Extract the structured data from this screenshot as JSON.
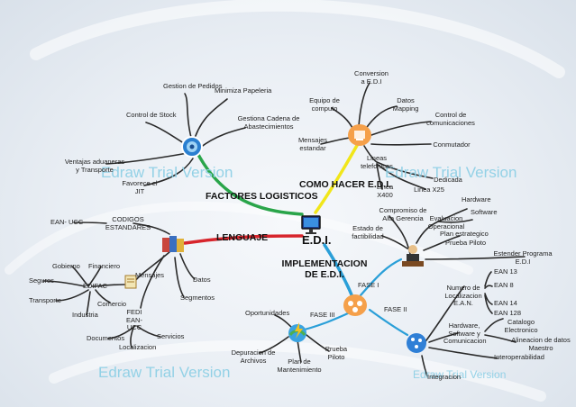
{
  "center": {
    "title": "E.D.I."
  },
  "watermark": "Edraw Trial Version",
  "colors": {
    "green": "#2aa54a",
    "yellow": "#f1e61a",
    "red": "#d7252c",
    "blue": "#2a9fd8",
    "dark": "#3b3b3b",
    "watermark": "#8fd0e6"
  },
  "icons": {
    "center": "computer-monitor-icon",
    "factores": "target-gear-icon",
    "como": "orange-network-icon",
    "lenguaje": "books-icon",
    "mensajes": "document-icon",
    "implementacion": "orange-network-icon",
    "fase_i": "person-desk-icon",
    "fase_ii": "blue-globe-icon",
    "fase_iii": "globe-lightning-icon"
  },
  "factores": {
    "label": "FACTORES LOGISTICOS",
    "items": [
      "Gestion de Pedidos",
      "Minimiza Papeleria",
      "Control de Stock",
      "Gestiona Cadena de Abastecimientos",
      "Ventajas aduaneras y Transporte",
      "Favorece el JIT"
    ]
  },
  "como": {
    "label": "COMO HACER E.D.I.",
    "items": [
      "Conversion a E.D.I",
      "Equipo de computo",
      "Datos Mapping",
      "Control de comunicaciones",
      "Mensajes estandar",
      "Conmutador",
      "Lineas telefonicas",
      "Dedicada",
      "Linea X400",
      "Linea X25"
    ]
  },
  "lenguaje": {
    "label": "LENGUAJE",
    "codigos": "CODIGOS ESTANDARES",
    "ean_ucc": "EAN- UCC",
    "mensajes": "Mensajes",
    "mensajes_items": [
      "Gobierno",
      "Financiero",
      "Seguros",
      "EDIFAC",
      "Transporte",
      "Comercio",
      "Industria"
    ],
    "datos": "Datos",
    "segmentos": "Segmentos",
    "fedi": "FEDI EAN-UCC",
    "fedi_items": [
      "Documentos",
      "Servicios",
      "Localizacion"
    ]
  },
  "implementacion": {
    "label": "IMPLEMENTACION DE E.D.I.",
    "fase_i": {
      "label": "FASE I",
      "items": [
        "Compromiso de Alta Gerencia",
        "Estado de factibilidad",
        "Evaluacion Operacional",
        "Hardware",
        "Software",
        "Plan estrategico",
        "Prueba Piloto",
        "Estender Programa E.D.I"
      ]
    },
    "fase_ii": {
      "label": "FASE II",
      "numero": "Numero de Localizacion E.A.N.",
      "eans": [
        "EAN 13",
        "EAN 8",
        "EAN 14",
        "EAN 128"
      ],
      "hw": "Hardware, Software y Comunicacion",
      "hw_items": [
        "Catalogo Electronico",
        "Alineacion de datos Maestro"
      ],
      "interop": "Interoperabilidad",
      "integracion": "Integracion"
    },
    "fase_iii": {
      "label": "FASE III",
      "items": [
        "Oportunidades",
        "Depuracion de Archivos",
        "Plan de Mantenimiento",
        "Prueba Piloto"
      ]
    }
  }
}
